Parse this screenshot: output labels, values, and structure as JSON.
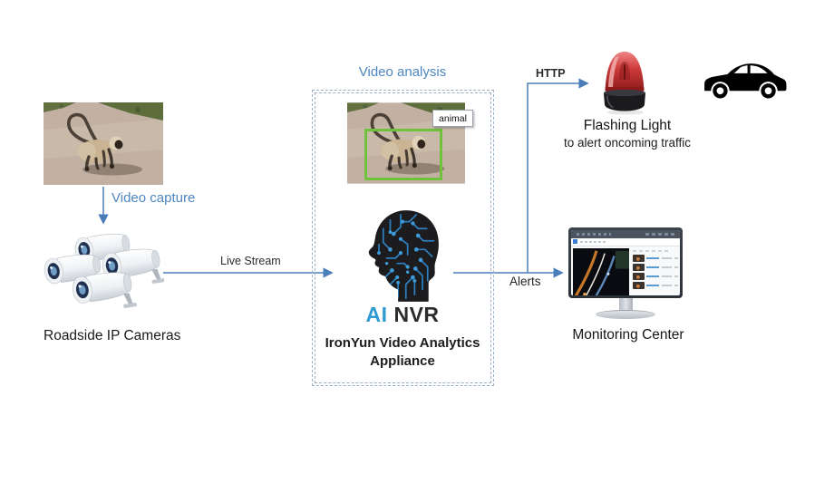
{
  "flow": {
    "video_capture_label": "Video capture",
    "live_stream_label": "Live Stream",
    "http_label": "HTTP",
    "alerts_label": "Alerts"
  },
  "source": {
    "cameras_label": "Roadside IP Cameras"
  },
  "analysis": {
    "title": "Video analysis",
    "detection_tag": "animal",
    "logo_ai": "AI",
    "logo_nvr": "NVR",
    "appliance_line1": "IronYun Video Analytics",
    "appliance_line2": "Appliance"
  },
  "outputs": {
    "flashing_light_title": "Flashing Light",
    "flashing_light_subtitle": "to alert oncoming traffic",
    "monitoring_center_label": "Monitoring Center"
  },
  "icons": {
    "monkey_photo": "road-monkey-photo",
    "ip_cameras": "cctv-camera-cluster-icon",
    "ai_head": "circuit-brain-head-icon",
    "siren": "red-flashing-light-icon",
    "car": "car-silhouette-icon",
    "monitor": "monitoring-dashboard-icon"
  },
  "colors": {
    "label_blue": "#4e86c0",
    "connector_blue": "#4a7ebb",
    "dashed_border": "#9cb1c7",
    "detection_green": "#6fc13e",
    "logo_blue": "#2f9ad2",
    "siren_red": "#c23131"
  }
}
